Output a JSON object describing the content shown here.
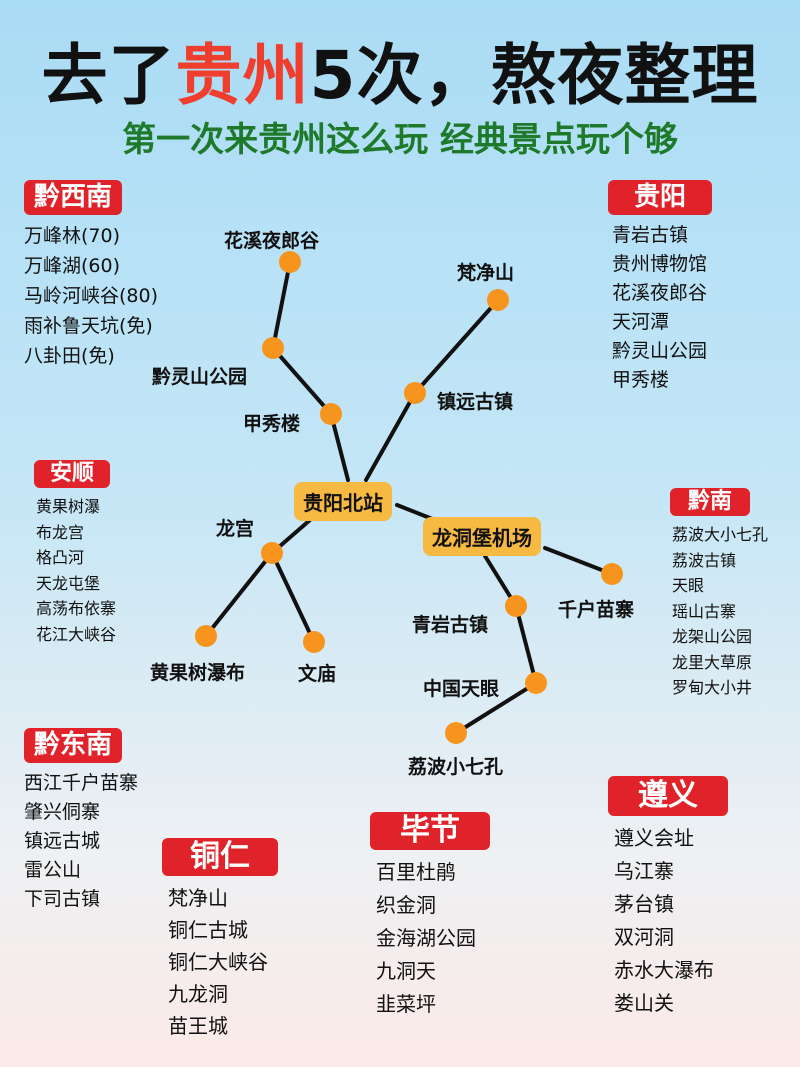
{
  "header": {
    "title_before": "去了",
    "title_highlight": "贵州",
    "title_after": "5次，熬夜整理",
    "subtitle": "第一次来贵州这么玩 经典景点玩个够"
  },
  "regions": {
    "qianxinan": {
      "name": "黔西南",
      "items": [
        "万峰林(70)",
        "万峰湖(60)",
        "马岭河峡谷(80)",
        "雨补鲁天坑(免)",
        "八卦田(免)"
      ]
    },
    "guiyang": {
      "name": "贵阳",
      "items": [
        "青岩古镇",
        "贵州博物馆",
        "花溪夜郎谷",
        "天河潭",
        "黔灵山公园",
        "甲秀楼"
      ]
    },
    "anshun": {
      "name": "安顺",
      "items": [
        "黄果树瀑",
        "布龙宫",
        "格凸河",
        "天龙屯堡",
        "高荡布依寨",
        "花江大峡谷"
      ]
    },
    "qiannan": {
      "name": "黔南",
      "items": [
        "荔波大小七孔",
        "荔波古镇",
        "天眼",
        "瑶山古寨",
        "龙架山公园",
        "龙里大草原",
        "罗甸大小井"
      ]
    },
    "qiandongnan": {
      "name": "黔东南",
      "items": [
        "西江千户苗寨",
        "肇兴侗寨",
        "镇远古城",
        "雷公山",
        "下司古镇"
      ]
    },
    "tongren": {
      "name": "铜仁",
      "items": [
        "梵净山",
        "铜仁古城",
        "铜仁大峡谷",
        "九龙洞",
        "苗王城"
      ]
    },
    "bijie": {
      "name": "毕节",
      "items": [
        "百里杜鹃",
        "织金洞",
        "金海湖公园",
        "九洞天",
        "韭菜坪"
      ]
    },
    "zunyi": {
      "name": "遵义",
      "items": [
        "遵义会址",
        "乌江寨",
        "茅台镇",
        "双河洞",
        "赤水大瀑布",
        "娄山关"
      ]
    }
  },
  "map": {
    "hubs": {
      "north_station": "贵阳北站",
      "airport": "龙洞堡机场"
    },
    "nodes": {
      "huaxi": "花溪夜郎谷",
      "qianling": "黔灵山公园",
      "jiaxiu": "甲秀楼",
      "fanjing": "梵净山",
      "zhenyuan": "镇远古镇",
      "longgong": "龙宫",
      "huangguoshu": "黄果树瀑布",
      "wenmiao": "文庙",
      "qianhu": "千户苗寨",
      "qingyan": "青岩古镇",
      "tianyan": "中国天眼",
      "libo": "荔波小七孔"
    },
    "colors": {
      "node": "#f7941d",
      "line": "#111111",
      "hub": "#f6b942",
      "tag": "#e0232a",
      "highlight": "#ef3e2e",
      "subtitle": "#1e7a2a"
    }
  }
}
